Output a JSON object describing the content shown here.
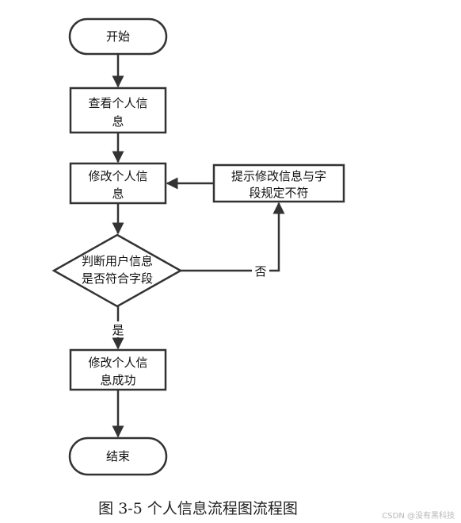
{
  "nodes": {
    "start": "开始",
    "view": [
      "查看个人信",
      "息"
    ],
    "edit": [
      "修改个人信",
      "息"
    ],
    "prompt": [
      "提示修改信息与字",
      "段规定不符"
    ],
    "check": [
      "判断用户信息",
      "是否符合字段"
    ],
    "success": [
      "修改个人信",
      "息成功"
    ],
    "end": "结束"
  },
  "edges": {
    "no": "否",
    "yes": "是"
  },
  "caption": "图 3-5 个人信息流程图流程图",
  "watermark": "CSDN @没有黑科技",
  "colors": {
    "stroke": "#333333",
    "text": "#111111"
  }
}
